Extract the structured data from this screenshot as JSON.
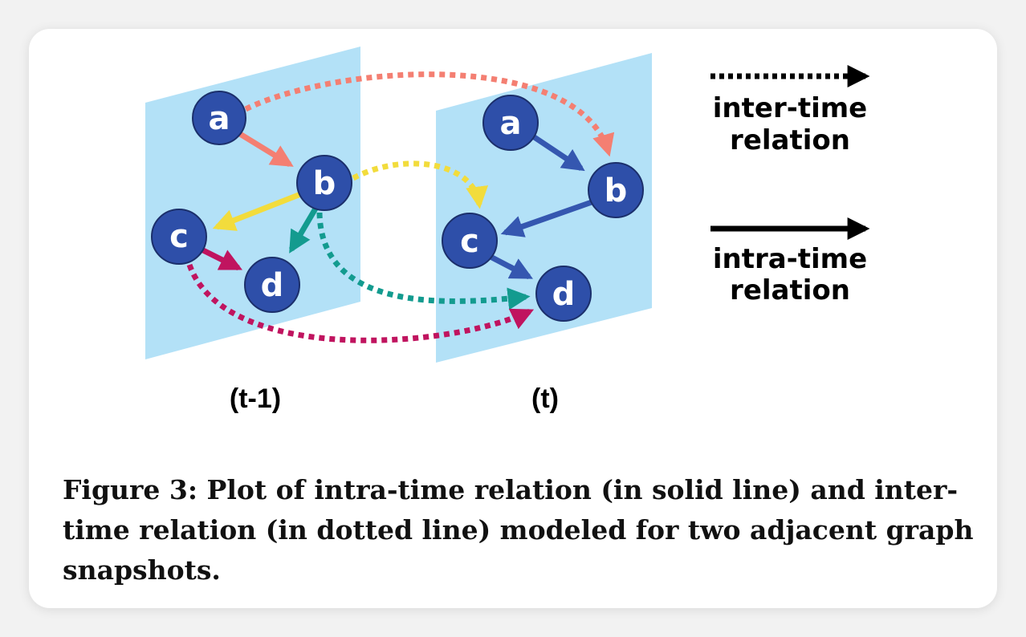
{
  "snapshots": [
    {
      "label": "(t-1)",
      "nodes": [
        "a",
        "b",
        "c",
        "d"
      ]
    },
    {
      "label": "(t)",
      "nodes": [
        "a",
        "b",
        "c",
        "d"
      ]
    }
  ],
  "legend": {
    "inter": {
      "line1": "inter-time",
      "line2": "relation"
    },
    "intra": {
      "line1": "intra-time",
      "line2": "relation"
    }
  },
  "colors": {
    "plane": "#b3e1f7",
    "node": "#2e4fa9",
    "a_to_b": "#f47f72",
    "b_to_c": "#f2dc3c",
    "b_to_d": "#139b8f",
    "c_to_d": "#c0145f",
    "intra_t": "#3557b0"
  },
  "caption": "Figure 3: Plot of intra-time relation (in solid line) and inter-time relation (in dotted line) modeled for two adjacent graph snapshots."
}
